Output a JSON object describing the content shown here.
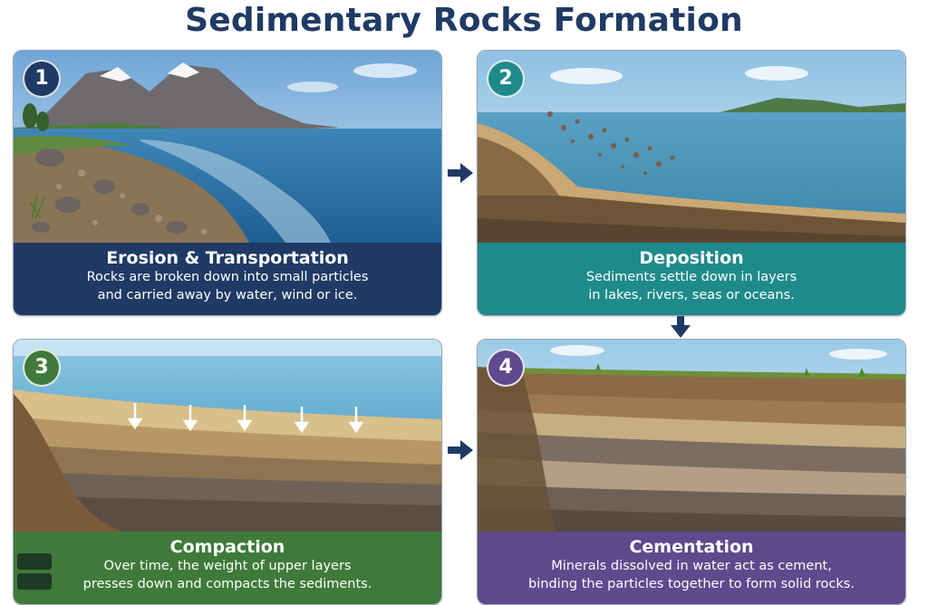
{
  "title": "Sedimentary Rocks Formation",
  "colors": {
    "title": "#1f3a64",
    "step1": "#1f3a64",
    "step2": "#1f8a8a",
    "step3": "#3f7a3a",
    "step4": "#5e4a8c"
  },
  "steps": [
    {
      "number": "1",
      "title": "Erosion & Transportation",
      "line1": "Rocks are broken down into small particles",
      "line2": "and carried away by water, wind or ice."
    },
    {
      "number": "2",
      "title": "Deposition",
      "line1": "Sediments settle down in layers",
      "line2": "in lakes, rivers, seas or oceans."
    },
    {
      "number": "3",
      "title": "Compaction",
      "line1": "Over time, the weight of upper layers",
      "line2": "presses down and compacts the sediments."
    },
    {
      "number": "4",
      "title": "Cementation",
      "line1": "Minerals dissolved in water act as cement,",
      "line2": "binding the particles together to form solid rocks."
    }
  ],
  "icons": {
    "flow_arrow": "arrow-right-icon",
    "down_arrow": "arrow-down-icon",
    "pressure_arrow": "arrow-down-icon"
  }
}
